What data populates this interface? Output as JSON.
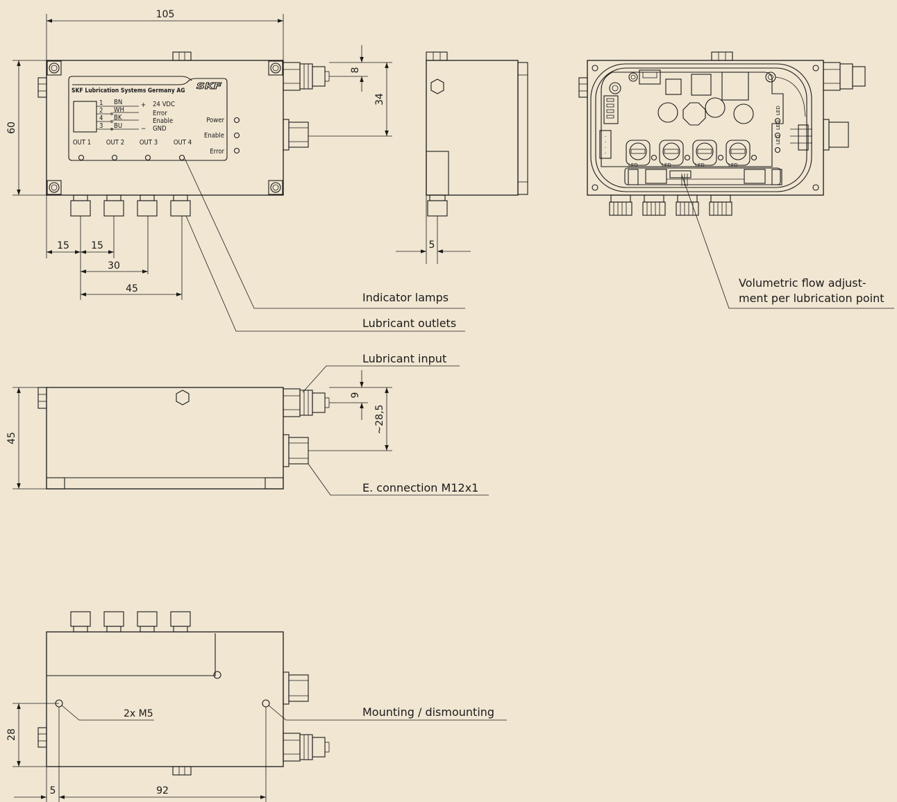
{
  "dimensions": {
    "front_width": "105",
    "front_height": "60",
    "port_offset": "8",
    "conn_offset": "34",
    "side_offset": "5",
    "out_15a": "15",
    "out_15b": "15",
    "out_30": "30",
    "out_45": "45",
    "bottom_height": "45",
    "input_offset": "9",
    "conn_offset_2": "~28,5",
    "mount_height": "28",
    "mount_edge": "5",
    "mount_spacing": "92"
  },
  "plate": {
    "company": "SKF Lubrication Systems Germany AG",
    "logo": "SKF",
    "pins": [
      "1",
      "2",
      "4",
      "3"
    ],
    "wire_colors": [
      "BN",
      "WH",
      "BK",
      "BU"
    ],
    "plus": "+",
    "minus": "−",
    "signals": [
      "24  VDC",
      "Error",
      "Enable",
      "GND"
    ],
    "lamps": [
      "Power",
      "Enable",
      "Error"
    ],
    "outputs": [
      "OUT 1",
      "OUT 2",
      "OUT 3",
      "OUT 4"
    ]
  },
  "callouts": {
    "indicator_lamps": "Indicator lamps",
    "lubricant_outlets": "Lubricant outlets",
    "lubricant_input": "Lubricant input",
    "e_connection": "E. connection M12x1",
    "flow_line1": "Volumetric flow adjust-",
    "flow_line2": "ment per lubrication point",
    "mounting": "Mounting / dismounting",
    "m5": "2x M5"
  },
  "pcb": {
    "chip_labels": [
      "LED",
      "LED",
      "LED",
      "LED",
      "LED",
      "LED",
      "LED"
    ]
  }
}
